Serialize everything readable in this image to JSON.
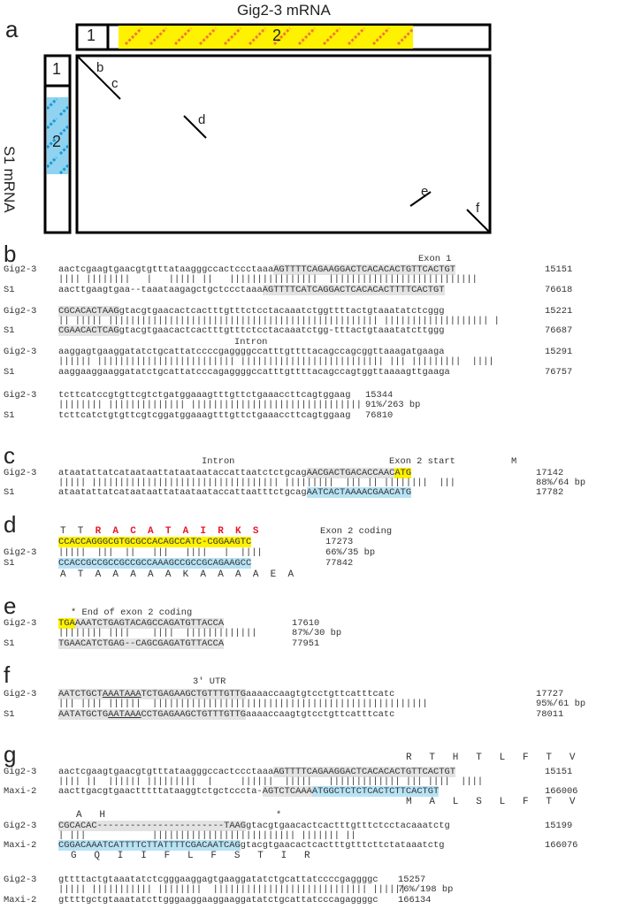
{
  "panel_a": {
    "label": "a",
    "top_title": "Gig2-3 mRNA",
    "side_title": "S1 mRNA",
    "top_box1": "1",
    "top_box2": "2",
    "side_box1": "1",
    "side_box2": "2",
    "diag_b": "b",
    "diag_c": "c",
    "diag_d": "d",
    "diag_e": "e",
    "diag_f": "f",
    "colors": {
      "yellow": "#fff200",
      "orange_dash": "#f07a3a",
      "blue": "#8fd3f0",
      "blue_dash": "#1a9ad6"
    }
  },
  "panel_b": {
    "label": "b",
    "exon_label": "Exon 1",
    "intron_label": "Intron",
    "r1": {
      "n1": "Gig2-3",
      "n2": "S1",
      "s1_plain": "aactcgaagtgaacgtgtttataagggccactccctaaa",
      "s1_hl": "AGTTTTCAGAAGGACTCACACACTGTTCACTGT",
      "match": "|||| ||||||||   |   ||||| ||   ||||||||||||||||  |||||||||||||||||||||||||||",
      "s2_plain": "aacttgaagtgaa--taaataagagctgctccctaaa",
      "s2_hl": "AGTTTTCATCAGGACTCACACACTTTTCACTGT",
      "c1": "15151",
      "c2": "76618"
    },
    "r2": {
      "s1_hl": "CGCACACTAAG",
      "s1_plain": "gtacgtgaacactcactttgtttctcctacaaatctggttttactgtaaatatctcggg",
      "match": "|| ||||| ||||||||||||||||||||||||||||||||||||||||||||||||| ||||||||||||||||||| |",
      "s2_hl": "CGAACACTCAG",
      "s2_plain": "gtacgtgaacactcactttgtttctcctacaaatctgg-tttactgtaaatatcttggg",
      "c1": "15221",
      "c2": "76687"
    },
    "r3": {
      "s1": "aaggagtgaaggatatctgcattatccccgaggggccatttgttttacagccagcggttaaagatgaaga",
      "match": "|||||| ||||||||||||||||||||||||| |||||||||||||||||||||||||| ||| |||||||||  ||||",
      "s2": "aaggaaggaaggatatctgcattatcccagaggggccatttgttttacagccagtggttaaaagttgaaga",
      "c1": "15291",
      "c2": "76757"
    },
    "r4": {
      "s1": "tcttcatccgtgttcgtctgatggaaagtttgttctgaaaccttcagtggaag",
      "match": "|||||||| |||||||||||||| |||||||||||||||||||||||||||||||",
      "s2": "tcttcatctgtgttcgtcggatggaaagtttgttctgaaaccttcagtggaag",
      "c1": "15344",
      "c2": "76810",
      "identity": "91%/263 bp"
    }
  },
  "panel_c": {
    "label": "c",
    "intron_label": "Intron",
    "exon_label": "Exon 2 start",
    "m_label": "M",
    "n1": "Gig2-3",
    "n2": "S1",
    "s1_plain": "ataatattatcataataattataataataccattaatctctgcag",
    "s1_gray": "AACGACTGACACCAAC",
    "s1_yellow": "ATG",
    "match": "||||| |||||||||||||||||||||||||||||||||| |||||||||  ||| || ||||||||  |||",
    "s2_plain": "ataatattatcataataattataataataccattaatttctgcag",
    "s2_blue1": "AATCACTAAAACGAAC",
    "s2_blue2": "ATG",
    "c1": "17142",
    "c2": "17782",
    "identity": "88%/64 bp"
  },
  "panel_d": {
    "label": "d",
    "aa_top_black": "T  T",
    "aa_top_red": "R  A  C  A  T  A  I  R  K  S",
    "exon_label": "Exon 2 coding",
    "n1": "Gig2-3",
    "n2": "S1",
    "s1": "CCACCAGGGCGTGCGCCACAGCCATC-CGGAAGTC",
    "match": "|||||  |||  ||   |||   ||||   |  ||||",
    "s2": "CCACCGCCGCCGCCGCCAAAGCCGCCGCAGAAGCC",
    "aa_bottom": "A  T  A  A  A  A  A  K  A  A  A  A  E  A",
    "c1": "17273",
    "c2": "77842",
    "identity": "66%/35 bp"
  },
  "panel_e": {
    "label": "e",
    "note": "* End of exon 2 coding",
    "n1": "Gig2-3",
    "n2": "S1",
    "s1_yellow": "TGA",
    "s1_gray": "AAATCTGAGTACAGCCAGATGTTACCA",
    "match": "|||||||| ||||    ||||  |||||||||||||",
    "s2": "TGAACATCTGAG--CAGCGAGATGTTACCA",
    "c1": "17610",
    "c2": "77951",
    "identity": "87%/30 bp"
  },
  "panel_f": {
    "label": "f",
    "utr_label": "3' UTR",
    "n1": "Gig2-3",
    "n2": "S1",
    "s1_gray_a": "AATCTGCT",
    "s1_gray_u": "AAATAAA",
    "s1_gray_b": "TCTGAGAAGCTGTTTGTTG",
    "s1_plain": "aaaaccaagtgtcctgttcatttcatc",
    "match": "||| |||| ||||||  ||||||||||||||||||||||||||||||||||||||||||||||||||",
    "s2_gray_a": "AATATGCTG",
    "s2_gray_u": "AATAAA",
    "s2_gray_b": "CCTGAGAAGCTGTTTGTTG",
    "s2_plain": "aaaaccaagtgtcctgttcatttcatc",
    "c1": "17727",
    "c2": "78011",
    "identity": "95%/61 bp"
  },
  "panel_g": {
    "label": "g",
    "aa1_top": "R   T   H   T   L   F   T   V",
    "n1": "Gig2-3",
    "n2": "Maxi-2",
    "r1": {
      "s1_plain": "aactcgaagtgaacgtgtttataagggccactccctaaa",
      "s1_gray": "AGTTTTCAGAAGGACTCACACACTGTTCACTGT",
      "match": "|||| ||  |||||| |||||||||  |     ||||||  |||||   ||||||||||||| ||| ||||  ||||",
      "s2_plain": "aacttgacgtgaactttttataaggtctgctcccta-",
      "s2_gray": "AGTCTCAAA",
      "s2_blue": "ATGGCTCTCTCACTCTTCACTGT",
      "c1": "15151",
      "c2": "166006"
    },
    "aa1_bottom": "M   A   L   S   L   F   T   V",
    "aa2_top": "A   H",
    "star": "*",
    "r2": {
      "s1_gray": "CGCACAC",
      "s1_dash": "-----------------------",
      "s1_gray2": "TAAG",
      "s1_plain": "gtacgtgaacactcactttgtttctcctacaaatctg",
      "match": "| |||            |||||||||||||||||||||||||| ||||||| ||",
      "s2_blue": "CGGACAAATCATTTTCTTATTTTCGACAATCAG",
      "s2_plain": "gtacgtgaacactcactttgtttcttctataaatctg",
      "c1": "15199",
      "c2": "166076"
    },
    "aa2_bottom": "G   Q   I   I   F   L   F   S   T   I   R",
    "r3": {
      "s1": "gttttactgtaaatatctcgggaaggagtgaaggatatctgcattatccccgaggggc",
      "match": "||||| ||||||||||| ||||||||  |||||||||||||||||||||||||||| ||||||",
      "s2": "gttttgctgtaaatatcttgggaaggaaggaaggatatctgcattatcccagaggggc",
      "c1": "15257",
      "c2": "166134",
      "identity": "76%/198 bp"
    }
  }
}
